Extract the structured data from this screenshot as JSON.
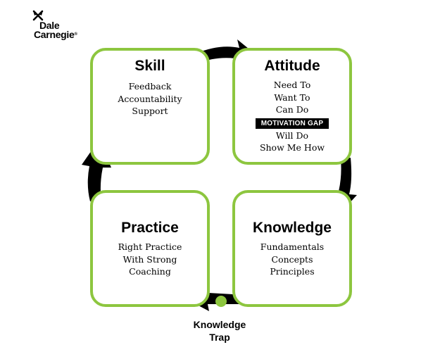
{
  "logo": {
    "line1": "Dale",
    "line2": "Carnegie",
    "reg": "®",
    "icon": "butterfly-mark-icon"
  },
  "quadrants": {
    "skill": {
      "title": "Skill",
      "items": [
        "Feedback",
        "Accountability",
        "Support"
      ]
    },
    "attitude": {
      "title": "Attitude",
      "items_before": [
        "Need To",
        "Want To",
        "Can Do"
      ],
      "gap_label": "MOTIVATION GAP",
      "items_after": [
        "Will Do",
        "Show Me How"
      ]
    },
    "practice": {
      "title": "Practice",
      "items": [
        "Right Practice",
        "With Strong",
        "Coaching"
      ]
    },
    "knowledge": {
      "title": "Knowledge",
      "items": [
        "Fundamentals",
        "Concepts",
        "Principles"
      ]
    }
  },
  "knowledge_trap": {
    "line1": "Knowledge",
    "line2": "Trap"
  },
  "colors": {
    "border": "#8dc63f",
    "arrow": "#000000",
    "trap_dot": "#8dc63f"
  }
}
